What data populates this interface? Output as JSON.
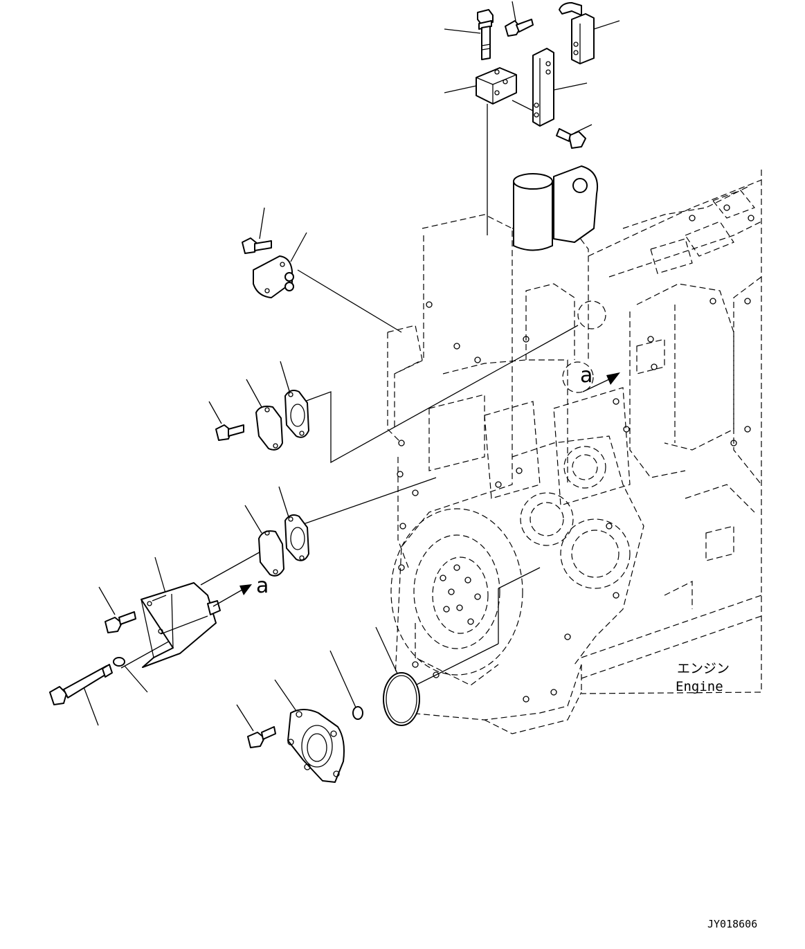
{
  "labels": {
    "engine_jp": "エンジン",
    "engine_en": "Engine",
    "view_mark": "a",
    "drawing_code": "JY018606"
  }
}
